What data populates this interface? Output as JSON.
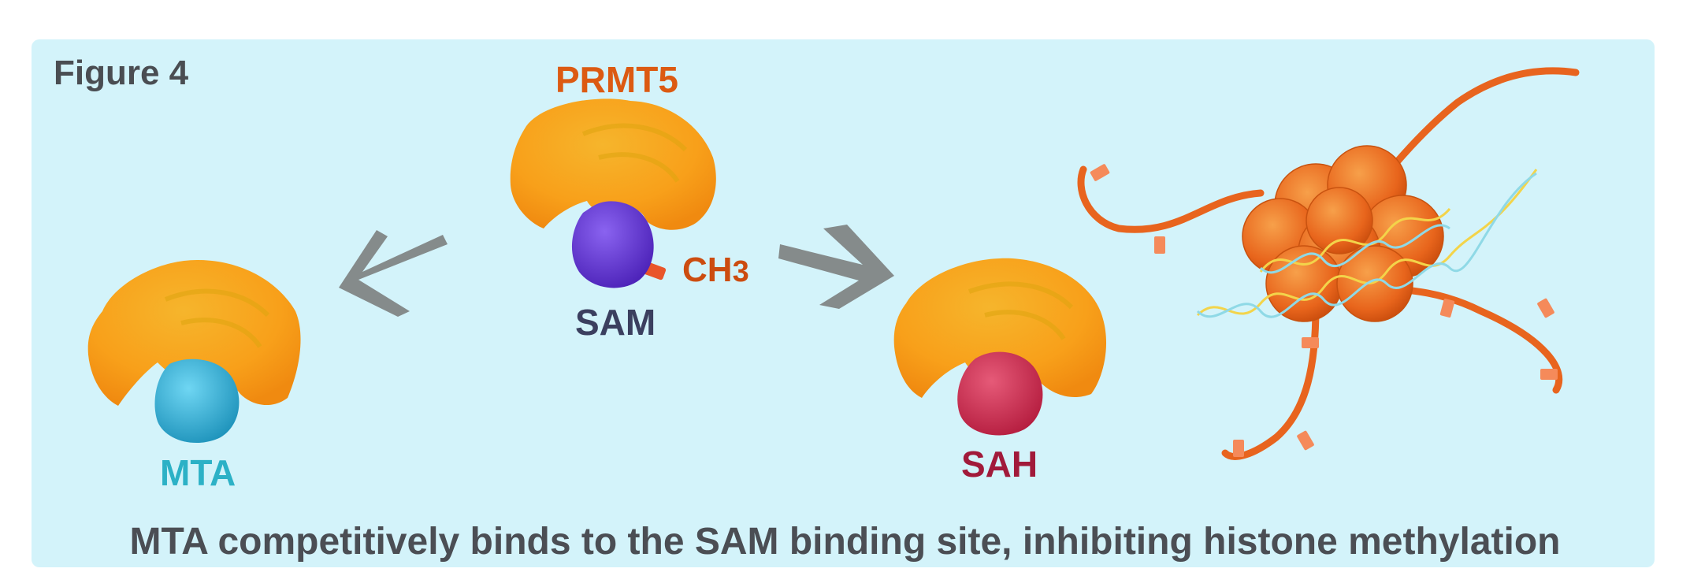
{
  "figure": {
    "title": "Figure 4",
    "caption": "MTA competitively binds to the SAM binding site, inhibiting histone methylation"
  },
  "labels": {
    "enzyme": "PRMT5",
    "methyl_group": "CH",
    "methyl_subscript": "3",
    "cofactor": "SAM",
    "inhibitor": "MTA",
    "product": "SAH"
  },
  "colors": {
    "panel_background": "#d3f3fa",
    "enzyme": "#f7a21c",
    "sam": "#6b3fd6",
    "mta": "#3ec0e3",
    "sah": "#d83b5c",
    "arrow": "#858b8b",
    "histone": "#e8641e"
  }
}
